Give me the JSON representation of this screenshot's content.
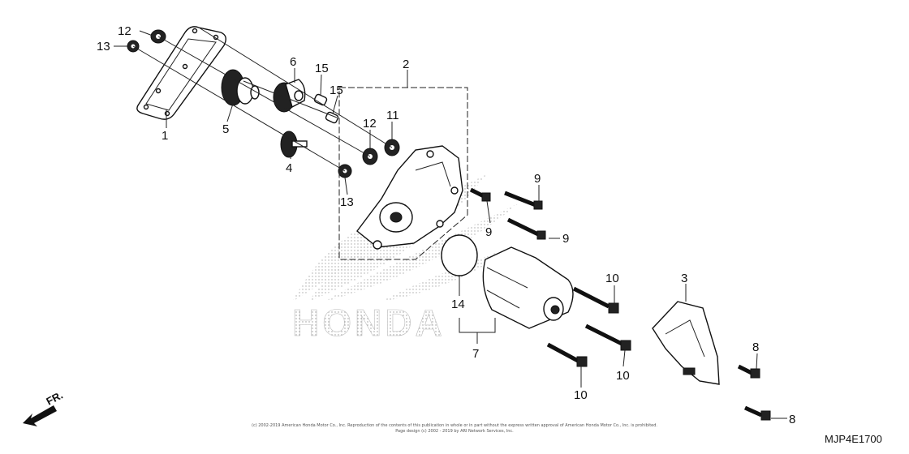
{
  "diagram": {
    "code": "MJP4E1700",
    "front_label": "FR.",
    "brand": "HONDA",
    "copyright_1": "(c) 2002-2019 American Honda Motor Co., Inc. Reproduction of the contents of this publication in whole or in part without the express written approval of American Honda Motor Co., Inc. is prohibited.",
    "copyright_2": "Page design (c) 2002 - 2019 by ARI Network Services, Inc.",
    "callouts": [
      {
        "num": "1"
      },
      {
        "num": "2"
      },
      {
        "num": "3"
      },
      {
        "num": "4"
      },
      {
        "num": "5"
      },
      {
        "num": "6"
      },
      {
        "num": "7"
      },
      {
        "num": "8"
      },
      {
        "num": "8"
      },
      {
        "num": "9"
      },
      {
        "num": "9"
      },
      {
        "num": "9"
      },
      {
        "num": "10"
      },
      {
        "num": "10"
      },
      {
        "num": "10"
      },
      {
        "num": "11"
      },
      {
        "num": "12"
      },
      {
        "num": "12"
      },
      {
        "num": "13"
      },
      {
        "num": "13"
      },
      {
        "num": "14"
      },
      {
        "num": "15"
      },
      {
        "num": "15"
      }
    ]
  }
}
